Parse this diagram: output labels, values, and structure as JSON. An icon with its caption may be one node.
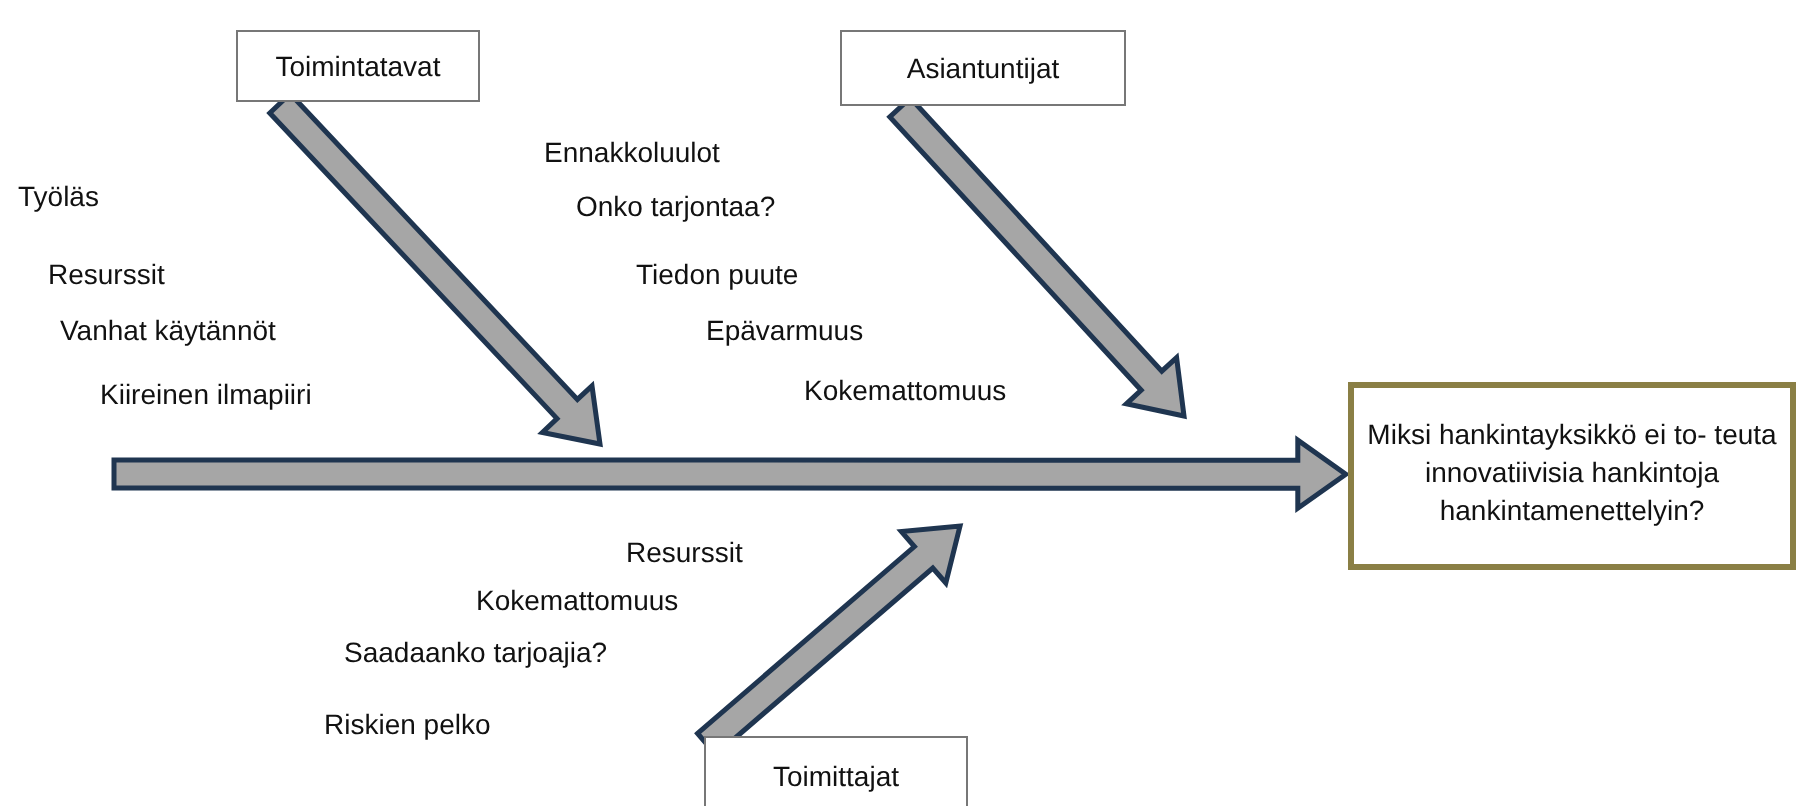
{
  "diagram": {
    "nodes": [
      {
        "text": [
          "Toimintatavat"
        ]
      },
      {
        "text": [
          "Asiantuntijat"
        ]
      },
      {
        "text": [
          "Miksi hankintayksikkö ei to- teuta innovatiivisia hankintoja hankintamenettelyin?"
        ]
      },
      {
        "text": [
          "Toimittajat"
        ]
      }
    ],
    "edges": [
      {
        "from": 0,
        "to": null,
        "arrow": "to"
      },
      {
        "from": 1,
        "to": null,
        "arrow": "to"
      },
      {
        "from": null,
        "to": 2,
        "arrow": "to"
      },
      {
        "from": 3,
        "to": null,
        "arrow": "to"
      }
    ],
    "labels": [
      "Ennakkoluulot",
      "Työläs",
      "Onko tarjontaa?",
      "Resurssit",
      "Tiedon puute",
      "Vanhat käytännöt",
      "Epävarmuus",
      "Kiireinen ilmapiiri",
      "Kokemattomuus",
      "Resurssit",
      "Kokemattomuus",
      "Saadaanko tarjoajia?",
      "Riskien pelko"
    ]
  }
}
